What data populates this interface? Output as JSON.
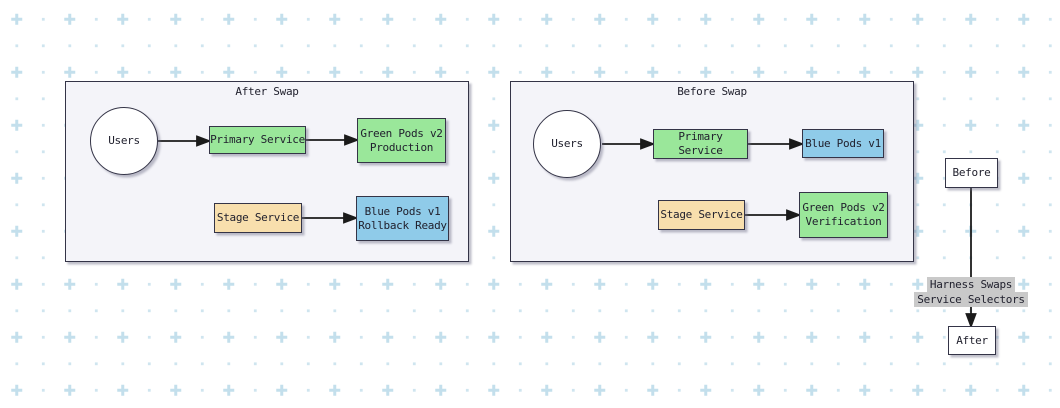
{
  "diagram": {
    "after_swap": {
      "title": "After Swap",
      "users": "Users",
      "primary_service": "Primary Service",
      "green_pods": {
        "line1": "Green Pods v2",
        "line2": "Production"
      },
      "stage_service": "Stage Service",
      "blue_pods": {
        "line1": "Blue Pods v1",
        "line2": "Rollback Ready"
      }
    },
    "before_swap": {
      "title": "Before Swap",
      "users": "Users",
      "primary_service": "Primary Service",
      "blue_pods": "Blue Pods v1",
      "stage_service": "Stage Service",
      "green_pods": {
        "line1": "Green Pods v2",
        "line2": "Verification"
      }
    },
    "swap_flow": {
      "before_label": "Before",
      "after_label": "After",
      "edge_label": {
        "line1": "Harness Swaps",
        "line2": "Service Selectors"
      }
    },
    "colors": {
      "node_green": "#9ae79a",
      "node_blue": "#8fcbe9",
      "node_tan": "#f8dfad",
      "node_border": "#343447",
      "container_fill": "#f4f4f9",
      "edge_label_bg": "#c9c9c9",
      "edge_color": "#1b1b1b",
      "text_color": "#21212e",
      "grid_dot": "#cfe5ef",
      "grid_plus": "#c3dfec"
    }
  }
}
